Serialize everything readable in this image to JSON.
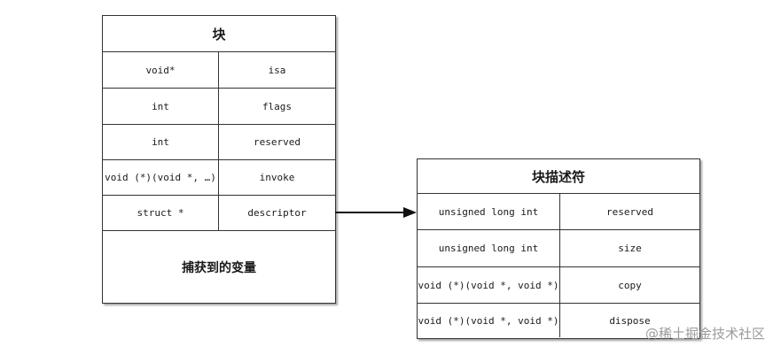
{
  "block": {
    "title": "块",
    "fields": [
      {
        "type": "void*",
        "name": "isa"
      },
      {
        "type": "int",
        "name": "flags"
      },
      {
        "type": "int",
        "name": "reserved"
      },
      {
        "type": "void (*)(void *, …)",
        "name": "invoke"
      },
      {
        "type": "struct *",
        "name": "descriptor"
      }
    ],
    "footer": "捕获到的变量"
  },
  "descriptor": {
    "title": "块描述符",
    "fields": [
      {
        "type": "unsigned long int",
        "name": "reserved"
      },
      {
        "type": "unsigned long int",
        "name": "size"
      },
      {
        "type": "void (*)(void *, void *)",
        "name": "copy"
      },
      {
        "type": "void (*)(void *, void *)",
        "name": "dispose"
      }
    ]
  },
  "watermark": "@稀土掘金技术社区"
}
